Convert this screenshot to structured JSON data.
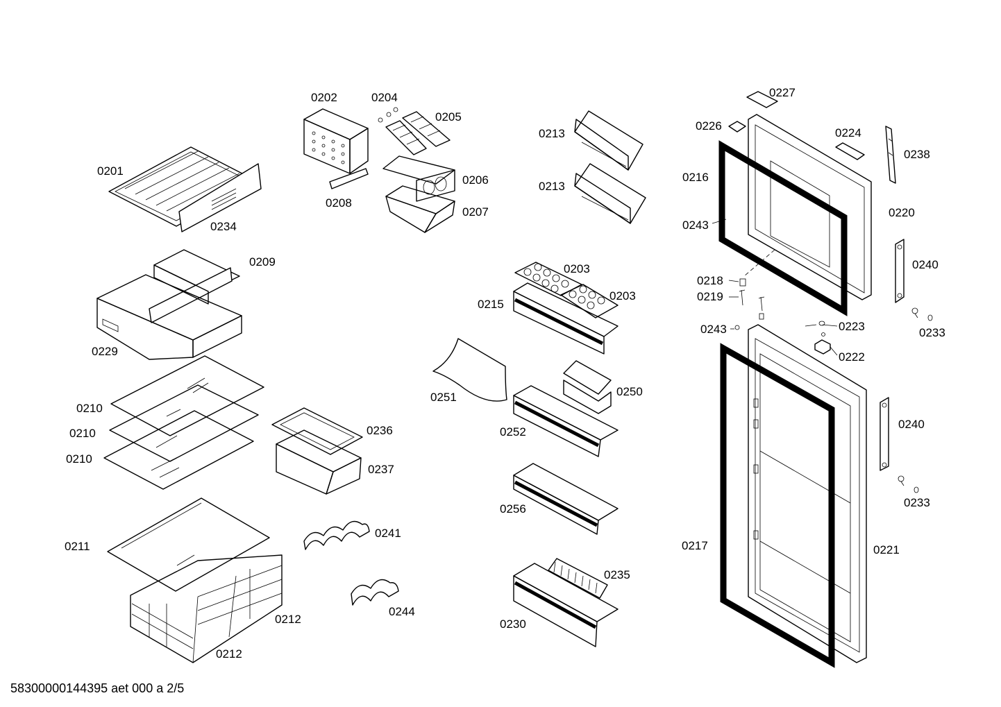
{
  "labels": {
    "l0201": "0201",
    "l0234": "0234",
    "l0202": "0202",
    "l0204": "0204",
    "l0205": "0205",
    "l0206": "0206",
    "l0207": "0207",
    "l0208": "0208",
    "l0209": "0209",
    "l0229": "0229",
    "l0210a": "0210",
    "l0210b": "0210",
    "l0210c": "0210",
    "l0211": "0211",
    "l0212a": "0212",
    "l0212b": "0212",
    "l0236": "0236",
    "l0237": "0237",
    "l0241": "0241",
    "l0244": "0244",
    "l0213a": "0213",
    "l0213b": "0213",
    "l0203a": "0203",
    "l0203b": "0203",
    "l0215": "0215",
    "l0251": "0251",
    "l0250": "0250",
    "l0252": "0252",
    "l0256": "0256",
    "l0235": "0235",
    "l0230": "0230",
    "l0227": "0227",
    "l0226": "0226",
    "l0224": "0224",
    "l0238": "0238",
    "l0216": "0216",
    "l0220": "0220",
    "l0243a": "0243",
    "l0240a": "0240",
    "l0218": "0218",
    "l0219": "0219",
    "l0243b": "0243",
    "l0223": "0223",
    "l0233a": "0233",
    "l0222": "0222",
    "l0240b": "0240",
    "l0233b": "0233",
    "l0217": "0217",
    "l0221": "0221"
  },
  "footer": "58300000144395 aet 000 a 2/5"
}
